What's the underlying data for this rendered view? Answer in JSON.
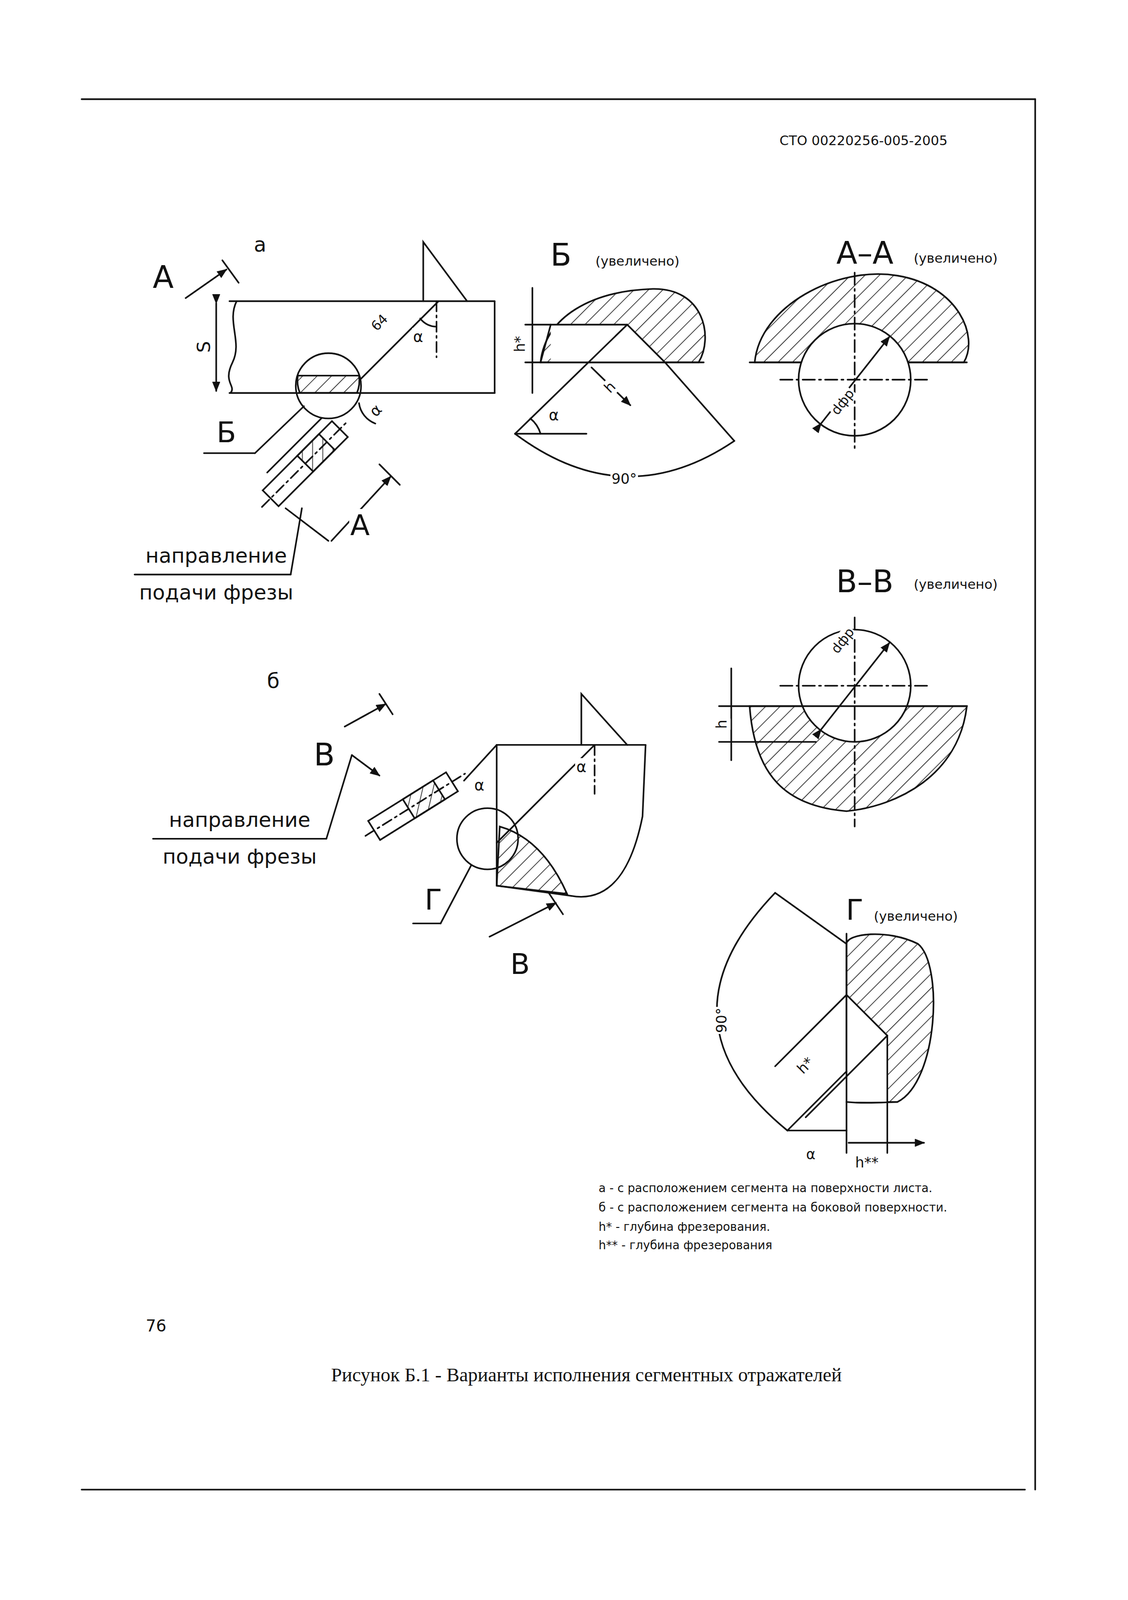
{
  "diagram": {
    "caption": "Рисунок Б.1 - Варианты исполнения сегментных отражателей",
    "labels": [
      "СТО 00220256-005-2005",
      "а",
      "А",
      "S",
      "α",
      "64",
      "α",
      "Б",
      "А",
      "направление подачи фрезы",
      "Б",
      "(увеличено)",
      "h*",
      "α",
      "h",
      "90°",
      "А–А",
      "(увеличено)",
      "dфр",
      "В–В",
      "(увеличено)",
      "б",
      "В",
      "направление подачи фрезы",
      "α",
      "α",
      "Г",
      "В",
      "dфр",
      "h",
      "Г",
      "(увеличено)",
      "90°",
      "h*",
      "α",
      "h**",
      "а - с расположением сегмента на поверхности листа.",
      "б - с расположением сегмента на боковой поверхности.",
      "h* - глубина фрезерования.",
      "h** - глубина фрезерования",
      "76"
    ]
  }
}
